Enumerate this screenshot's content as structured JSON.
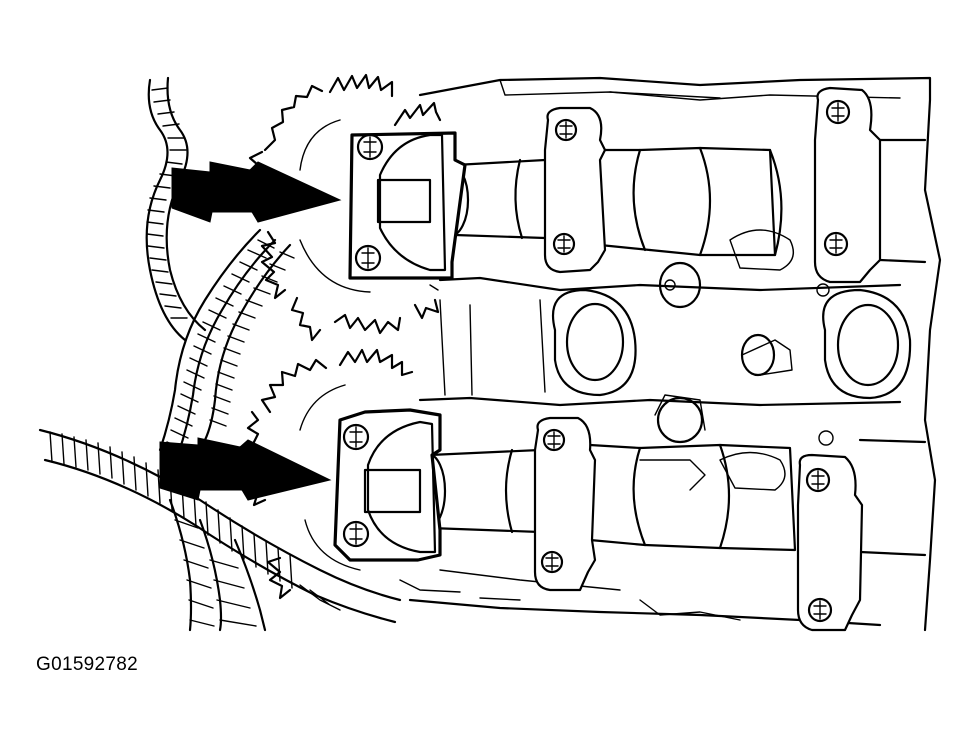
{
  "figure": {
    "code": "G01592782",
    "icons": [
      "camshaft-bearing-cap",
      "arrow-pointer",
      "cam-gear",
      "wiring-harness"
    ],
    "ink_color": "#000000",
    "background_color": "#ffffff"
  }
}
